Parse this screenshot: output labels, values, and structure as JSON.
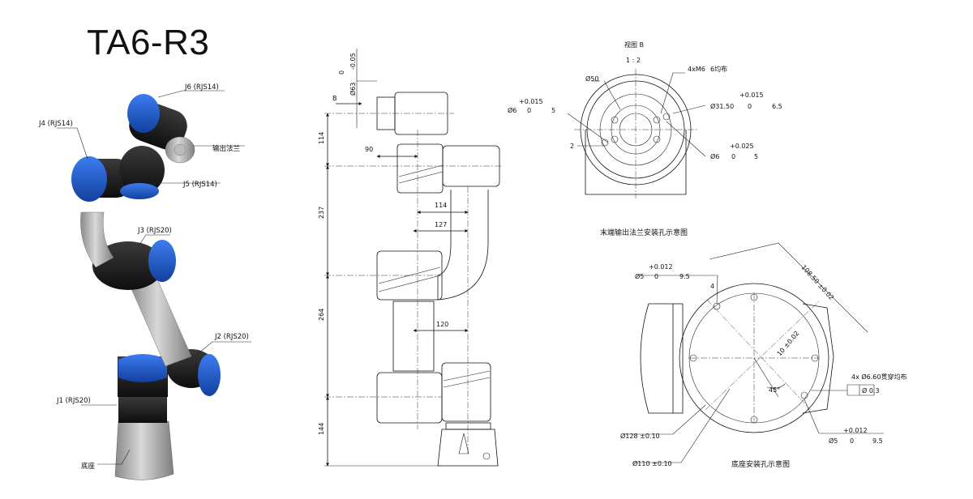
{
  "title": "TA6-R3",
  "robot_labels": {
    "j6": "J6 (RJS14)",
    "j4": "J4 (RJS14)",
    "flange": "输出法兰",
    "j5": "J5 (RJS14)",
    "j3": "J3 (RJS20)",
    "j2": "J2 (RJS20)",
    "j1": "J1 (RJS20)",
    "base": "底座"
  },
  "side_view": {
    "view_arrow": "B",
    "flange_dia": "Ø63",
    "flange_tol_upper": "0",
    "flange_tol_lower": "-0.05",
    "dims": {
      "h114": "114",
      "h237": "237",
      "h264": "264",
      "h144": "144",
      "w90": "90",
      "w114": "114",
      "w127": "127",
      "w120": "120"
    }
  },
  "view_b": {
    "title": "视图 B",
    "scale": "1 : 2",
    "d50": "Ø50",
    "holes": "4xM6",
    "holes_depth": "6均布",
    "pin1_dia": "Ø6",
    "pin1_tol_u": "+0.015",
    "pin1_tol_l": "0",
    "pin1_depth": "5",
    "d31": "Ø31.50",
    "d31_tol_u": "+0.015",
    "d31_tol_l": "0",
    "d31_depth": "6.5",
    "pin2_dia": "Ø6",
    "pin2_tol_u": "+0.025",
    "pin2_tol_l": "0",
    "pin2_depth": "5",
    "two": "2",
    "caption": "末端输出法兰安装孔示意图"
  },
  "base_view": {
    "pin_top_dia": "Ø5",
    "pin_top_tol_u": "+0.012",
    "pin_top_tol_l": "0",
    "pin_top_depth": "9.5",
    "diag": "108.50 ±0.02",
    "ten": "10 ±0.02",
    "four": "4",
    "angle": "45°",
    "holes4": "4x Ø6.60贯穿均布",
    "pos_tol": "Ø 0.3",
    "d128": "Ø128 ±0.10",
    "d110": "Ø110 ±0.10",
    "pin_bot_dia": "Ø5",
    "pin_bot_tol_u": "+0.012",
    "pin_bot_tol_l": "0",
    "pin_bot_depth": "9.5",
    "caption": "底座安装孔示意图"
  },
  "colors": {
    "joint_blue": "#1f5fd6",
    "joint_black": "#1e1e1e",
    "link_gray": "#a8a8a8",
    "base_gray": "#9a9a9a"
  }
}
